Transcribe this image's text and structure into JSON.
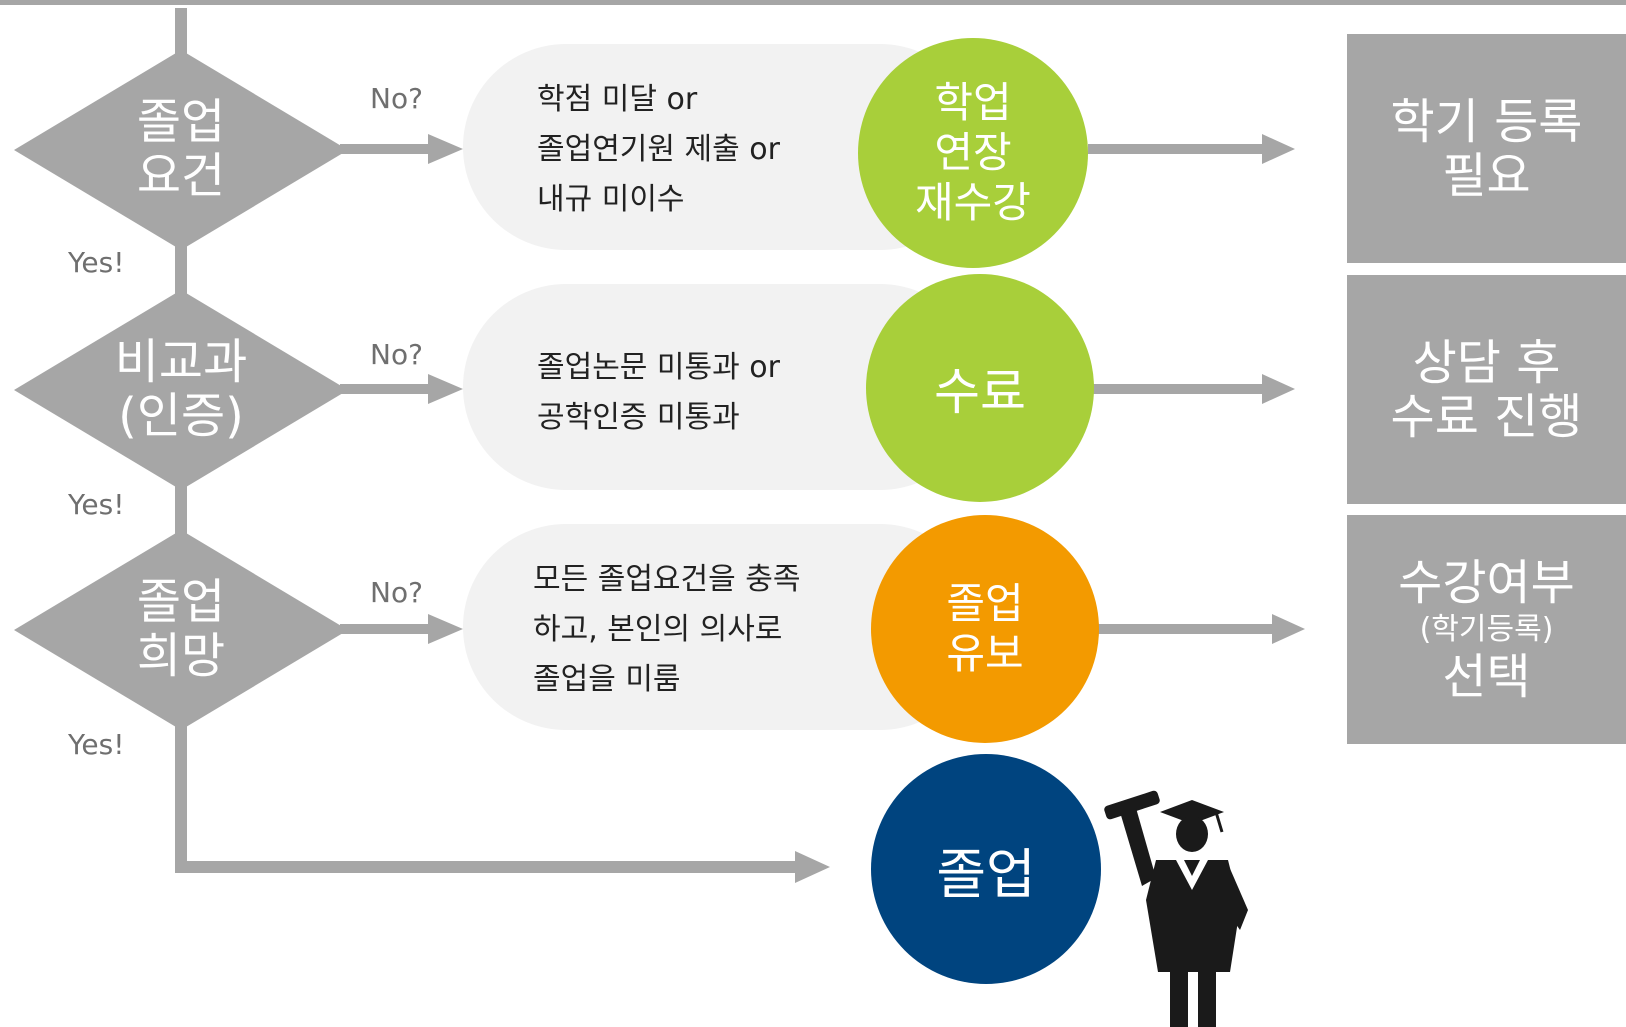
{
  "decisions": [
    {
      "line1": "졸업",
      "line2": "요건",
      "no_label": "No?",
      "yes_label": "Yes!"
    },
    {
      "line1": "비교과",
      "line2": "(인증)",
      "no_label": "No?",
      "yes_label": "Yes!"
    },
    {
      "line1": "졸업",
      "line2": "희망",
      "no_label": "No?",
      "yes_label": "Yes!"
    }
  ],
  "conditions": [
    {
      "lines": [
        "학점 미달 or",
        "졸업연기원 제출 or",
        "내규 미이수"
      ]
    },
    {
      "lines": [
        "졸업논문 미통과 or",
        "공학인증 미통과"
      ]
    },
    {
      "lines": [
        "모든 졸업요건을 충족",
        "하고, 본인의 의사로",
        "졸업을 미룸"
      ]
    }
  ],
  "statuses": [
    {
      "lines": [
        "학업",
        "연장",
        "재수강"
      ],
      "color": "#a8cf3a"
    },
    {
      "lines": [
        "수료"
      ],
      "color": "#a8cf3a"
    },
    {
      "lines": [
        "졸업",
        "유보"
      ],
      "color": "#f39a00"
    }
  ],
  "outcomes": [
    {
      "line1": "학기 등록",
      "line2": "필요"
    },
    {
      "line1": "상담 후",
      "line2": "수료 진행"
    },
    {
      "line1": "수강여부",
      "sub": "(학기등록)",
      "line2": "선택"
    }
  ],
  "final": {
    "label": "졸업",
    "color": "#00447f",
    "icon": "graduate-icon"
  },
  "colors": {
    "gray": "#a6a6a6",
    "pill": "#f2f2f2",
    "green": "#a8cf3a",
    "orange": "#f39a00",
    "navy": "#00447f"
  }
}
